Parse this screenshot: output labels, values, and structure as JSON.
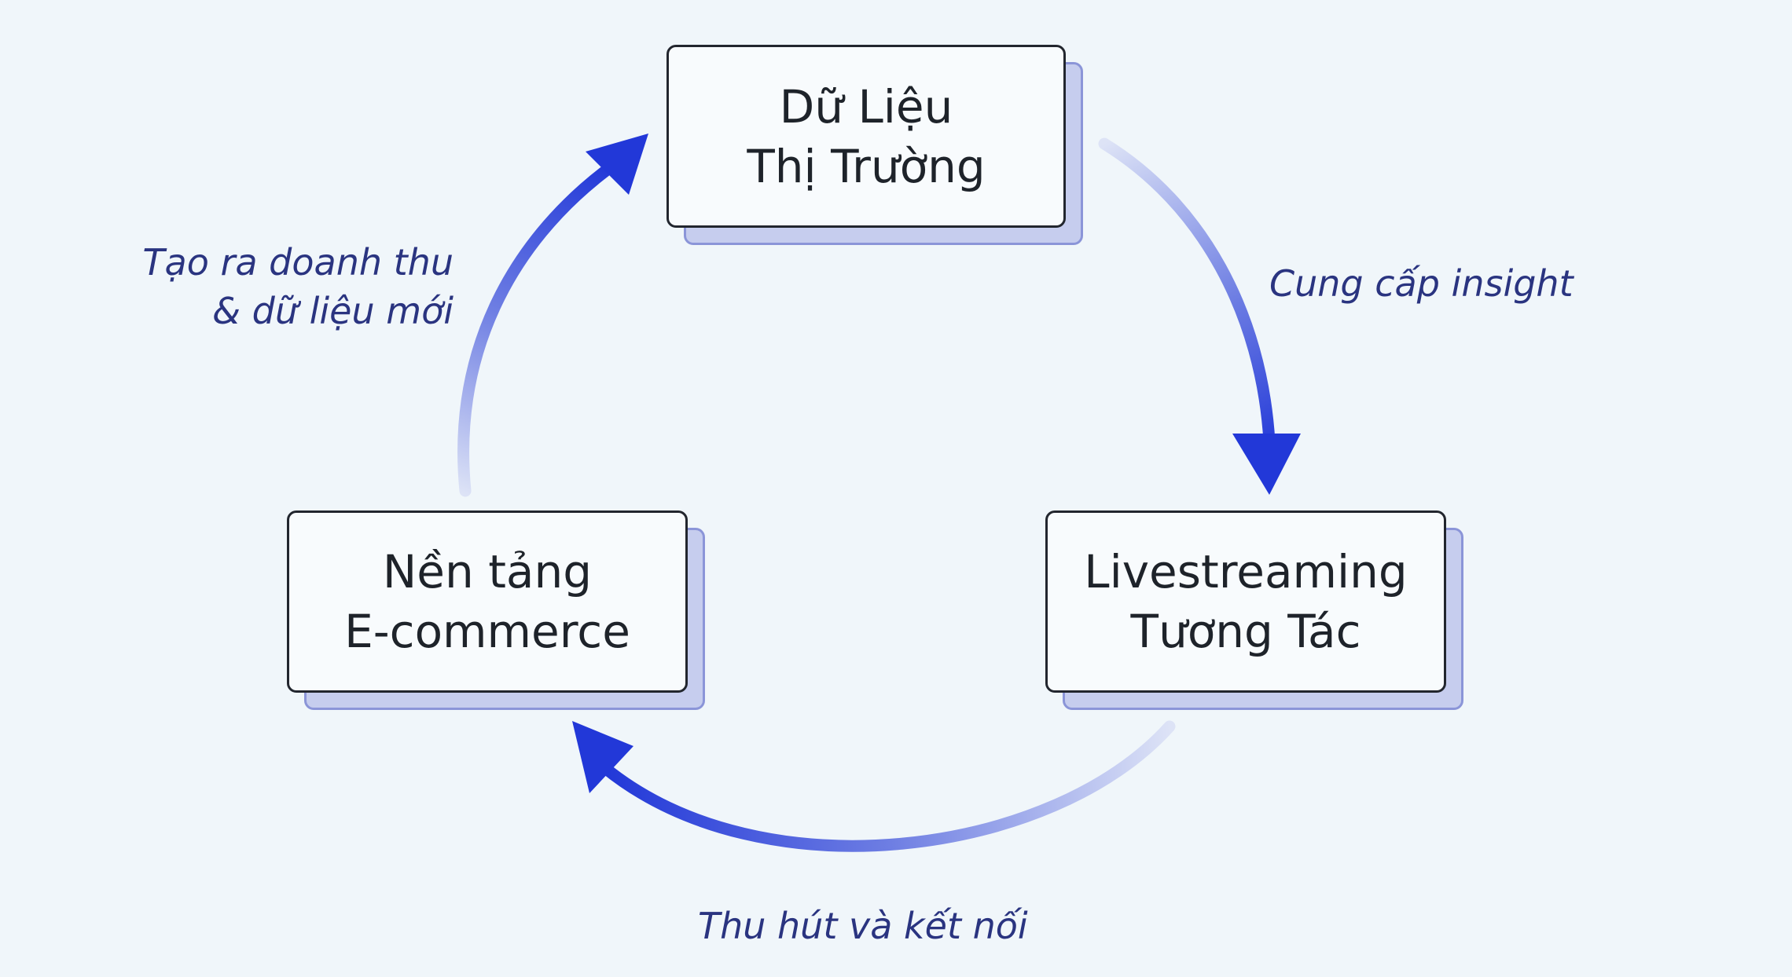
{
  "diagram": {
    "type": "cycle",
    "colors": {
      "background": "#f0f6fa",
      "arrow": "#2238d8",
      "arrow_faded": "#dde3f6",
      "label_text": "#2a3480",
      "node_text": "#1e232a",
      "node_fill": "#f8fbfd",
      "node_shadow": "#c6cdee"
    },
    "nodes": [
      {
        "id": "market-data",
        "lines": [
          "Dữ Liệu",
          "Thị Trường"
        ]
      },
      {
        "id": "livestreaming",
        "lines": [
          "Livestreaming",
          "Tương Tác"
        ]
      },
      {
        "id": "ecommerce",
        "lines": [
          "Nền tảng",
          "E-commerce"
        ]
      }
    ],
    "edges": [
      {
        "from": "market-data",
        "to": "livestreaming",
        "lines": [
          "Cung cấp insight"
        ]
      },
      {
        "from": "livestreaming",
        "to": "ecommerce",
        "lines": [
          "Thu hút và kết nối"
        ]
      },
      {
        "from": "ecommerce",
        "to": "market-data",
        "lines": [
          "Tạo ra doanh thu",
          "& dữ liệu mới"
        ]
      }
    ]
  }
}
